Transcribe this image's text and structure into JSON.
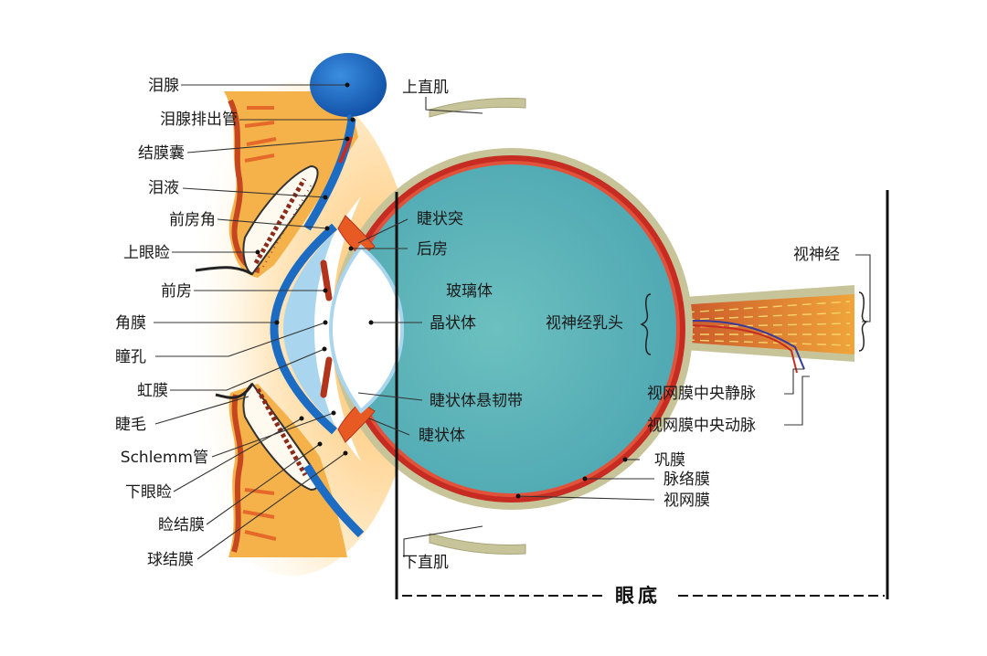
{
  "labels": {
    "lacrimal_gland": "泪腺",
    "lacrimal_duct": "泪腺排出管",
    "conjunctival_sac": "结膜囊",
    "tear_fluid": "泪液",
    "anterior_chamber_angle": "前房角",
    "upper_eyelid": "上眼睑",
    "anterior_chamber": "前房",
    "cornea": "角膜",
    "pupil": "瞳孔",
    "iris": "虹膜",
    "eyelash": "睫毛",
    "schlemm_canal": "Schlemm管",
    "lower_eyelid": "下眼睑",
    "palpebral_conjunctiva": "睑结膜",
    "bulbar_conjunctiva": "球结膜",
    "superior_rectus": "上直肌",
    "ciliary_process": "睫状突",
    "posterior_chamber": "后房",
    "vitreous_body": "玻璃体",
    "lens": "晶状体",
    "zonule": "睫状体悬韧带",
    "ciliary_body": "睫状体",
    "inferior_rectus": "下直肌",
    "optic_disc": "视神经乳头",
    "optic_nerve": "视神经",
    "central_retinal_vein": "视网膜中央静脉",
    "central_retinal_artery": "视网膜中央动脉",
    "sclera": "巩膜",
    "choroid": "脉络膜",
    "retina": "视网膜"
  },
  "fundus_title": "眼底",
  "colors": {
    "vitreous": "#5fb8b4",
    "sclera": "#c8c49a",
    "choroid": "#c62c22",
    "cornea": "#a9d6ee",
    "gland": "#1d6cc4",
    "eyelid": "#f3a93a",
    "nerve": "#e08a2a"
  }
}
